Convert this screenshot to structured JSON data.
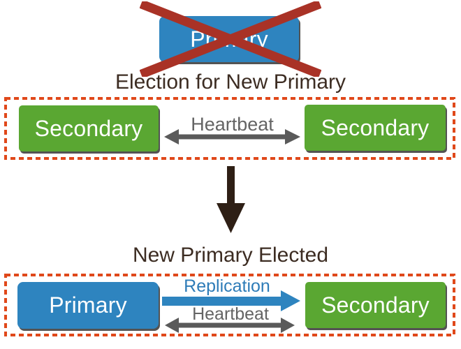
{
  "diagram": {
    "failed_primary": {
      "label": "Primary"
    },
    "election": {
      "title": "Election for New Primary",
      "left_node_label": "Secondary",
      "right_node_label": "Secondary",
      "heartbeat_label": "Heartbeat"
    },
    "elected": {
      "title": "New Primary Elected",
      "left_node_label": "Primary",
      "right_node_label": "Secondary",
      "replication_label": "Replication",
      "heartbeat_label": "Heartbeat"
    },
    "icons": {
      "failure_cross": "red-x-cross-icon",
      "heartbeat_arrow": "double-headed-arrow-icon",
      "replication_arrow": "right-arrow-icon",
      "transition_arrow": "down-arrow-icon"
    },
    "colors": {
      "primary_blue": "#2E84BF",
      "secondary_green": "#5AA732",
      "cross_red": "#A93226",
      "group_border_orange": "#E0481A",
      "title_brown": "#3C2C22",
      "arrow_gray": "#5A5A5A",
      "heartbeat_text_gray": "#646464",
      "replication_blue": "#2E7CB8",
      "transition_arrow_dark": "#2E1F15",
      "node_text_white": "#FFFFFF"
    }
  }
}
